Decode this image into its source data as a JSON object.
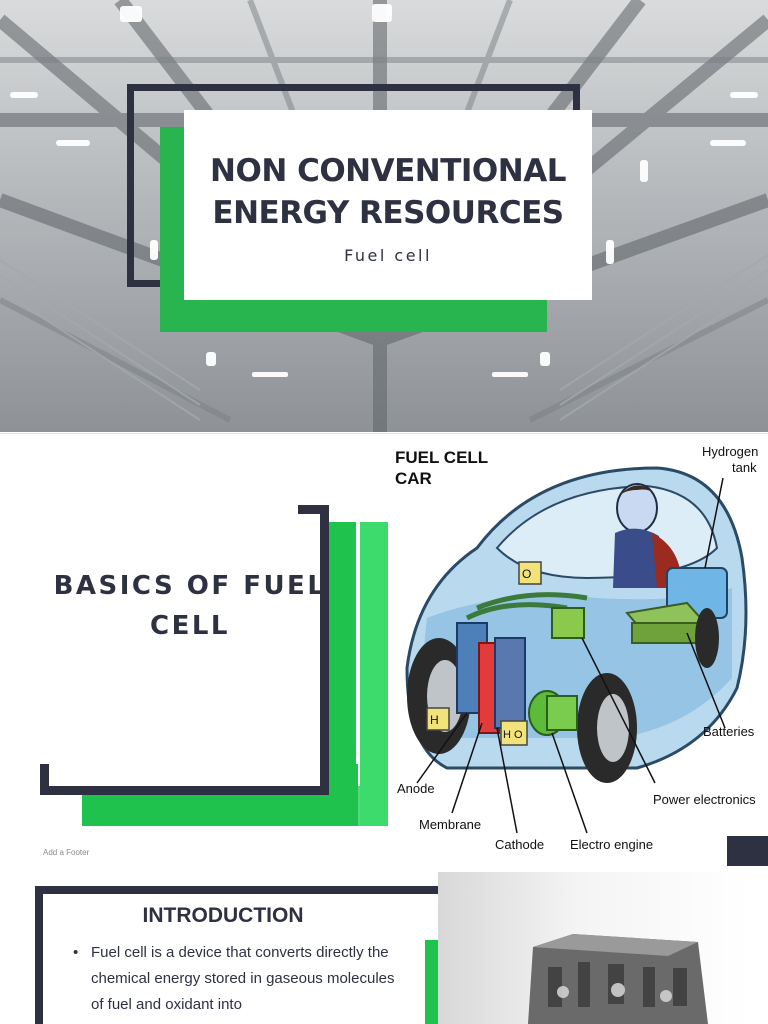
{
  "slide1": {
    "title_line1": "NON CONVENTIONAL",
    "title_line2": "ENERGY RESOURCES",
    "subtitle": "Fuel cell",
    "background_image": "steel-atrium-ceiling"
  },
  "slide2": {
    "title_line1": "BASICS OF FUEL",
    "title_line2": "CELL",
    "footer": "Add a Footer",
    "image": {
      "caption_line1": "FUEL CELL",
      "caption_line2": "CAR",
      "labels": {
        "hydrogen_tank_line1": "Hydrogen",
        "hydrogen_tank_line2": "tank",
        "batteries": "Batteries",
        "power_electronics": "Power electronics",
        "anode": "Anode",
        "membrane": "Membrane",
        "cathode": "Cathode",
        "electro_engine": "Electro engine",
        "o2": "O",
        "h2": "H",
        "h2o": "H O"
      }
    }
  },
  "slide3": {
    "heading": "INTRODUCTION",
    "bullet": "Fuel cell is a device that converts directly the chemical energy stored in gaseous molecules of fuel and oxidant into",
    "bullet_symbol": "•",
    "image": "fuel-cell-stack-photo"
  },
  "colors": {
    "dark": "#2d3142",
    "green": "#1fc24c",
    "green_light": "#3ddb6b"
  }
}
